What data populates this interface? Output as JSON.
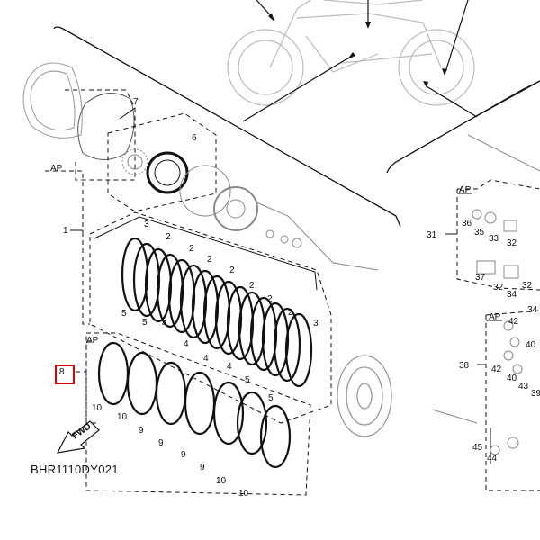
{
  "diagram": {
    "code": "BHR1110DY021",
    "fwd_label": "FWD",
    "ap_label": "AP",
    "highlight_color": "#e00000",
    "labels": {
      "n1": "1",
      "n2": "2",
      "n3": "3",
      "n4": "4",
      "n5": "5",
      "n6": "6",
      "n7": "7",
      "n8": "8",
      "n9": "9",
      "n10": "10",
      "n31": "31",
      "n32": "32",
      "n33": "33",
      "n34": "34",
      "n35": "35",
      "n36": "36",
      "n37": "37",
      "n38": "38",
      "n39": "39",
      "n40": "40",
      "n42": "42",
      "n43": "43",
      "n44": "44",
      "n45": "45"
    }
  }
}
